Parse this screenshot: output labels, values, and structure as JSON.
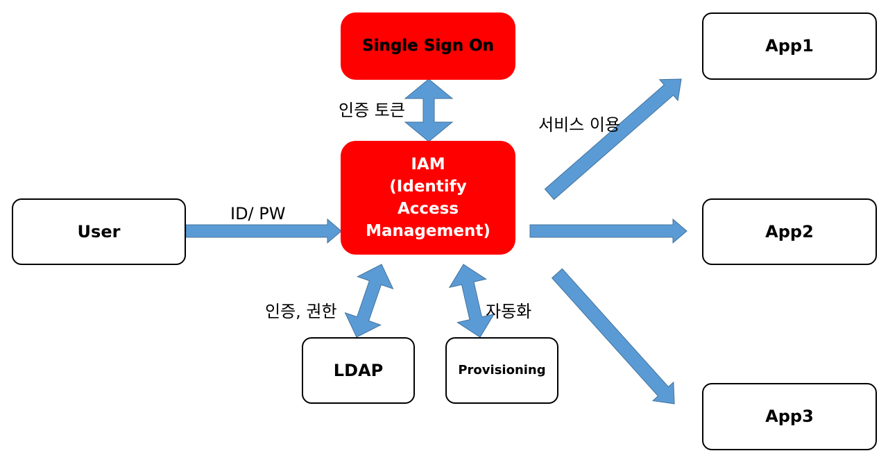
{
  "colors": {
    "arrow_fill": "#5b9bd5",
    "arrow_stroke": "#41719c",
    "highlight": "#ff0000"
  },
  "nodes": {
    "sso": "Single Sign On",
    "iam": "IAM\n(Identify\nAccess\nManagement)",
    "user": "User",
    "app1": "App1",
    "app2": "App2",
    "app3": "App3",
    "ldap": "LDAP",
    "provisioning": "Provisioning"
  },
  "edges": {
    "auth_token": "인증 토큰",
    "service_use": "서비스 이용",
    "id_pw": "ID/ PW",
    "auth_perm": "인증, 권한",
    "automation": "자동화"
  }
}
